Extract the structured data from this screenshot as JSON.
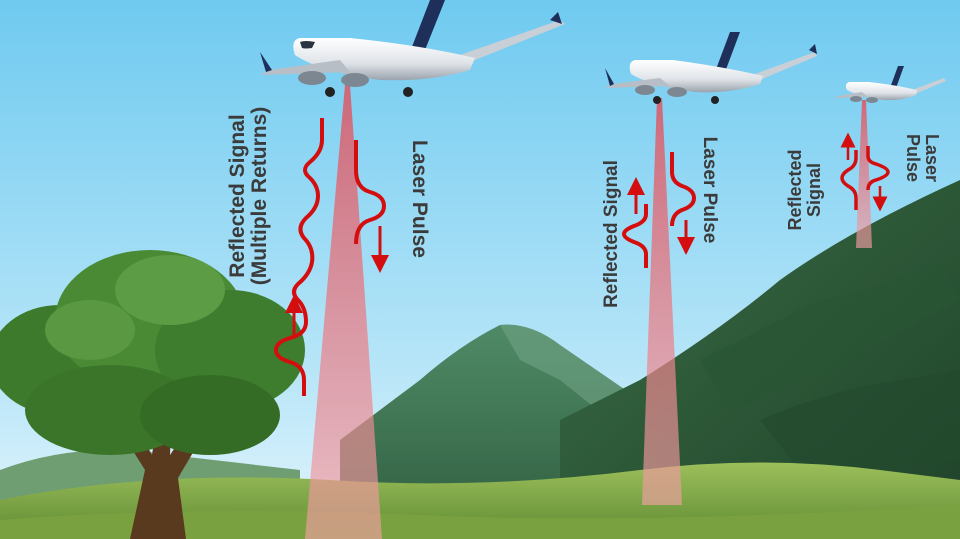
{
  "colors": {
    "sky_top": "#7ad0f2",
    "sky_bottom": "#d4f0fb",
    "beam": "#e8737a",
    "signal": "#d40e0e",
    "mountain_dark": "#2e5e3a",
    "mountain_light": "#5a8f6a",
    "grass": "#7fa646",
    "tree": "#3f7d2e",
    "label_text": "#3b3b3b"
  },
  "planes": [
    {
      "laser_label": "Laser Pulse",
      "signal_label_line1": "Reflected Signal",
      "signal_label_line2": "(Multiple Returns)"
    },
    {
      "laser_label": "Laser Pulse",
      "signal_label_line1": "Reflected Signal"
    },
    {
      "laser_label_line1": "Laser",
      "laser_label_line2": "Pulse",
      "signal_label_line1": "Reflected",
      "signal_label_line2": "Signal"
    }
  ]
}
